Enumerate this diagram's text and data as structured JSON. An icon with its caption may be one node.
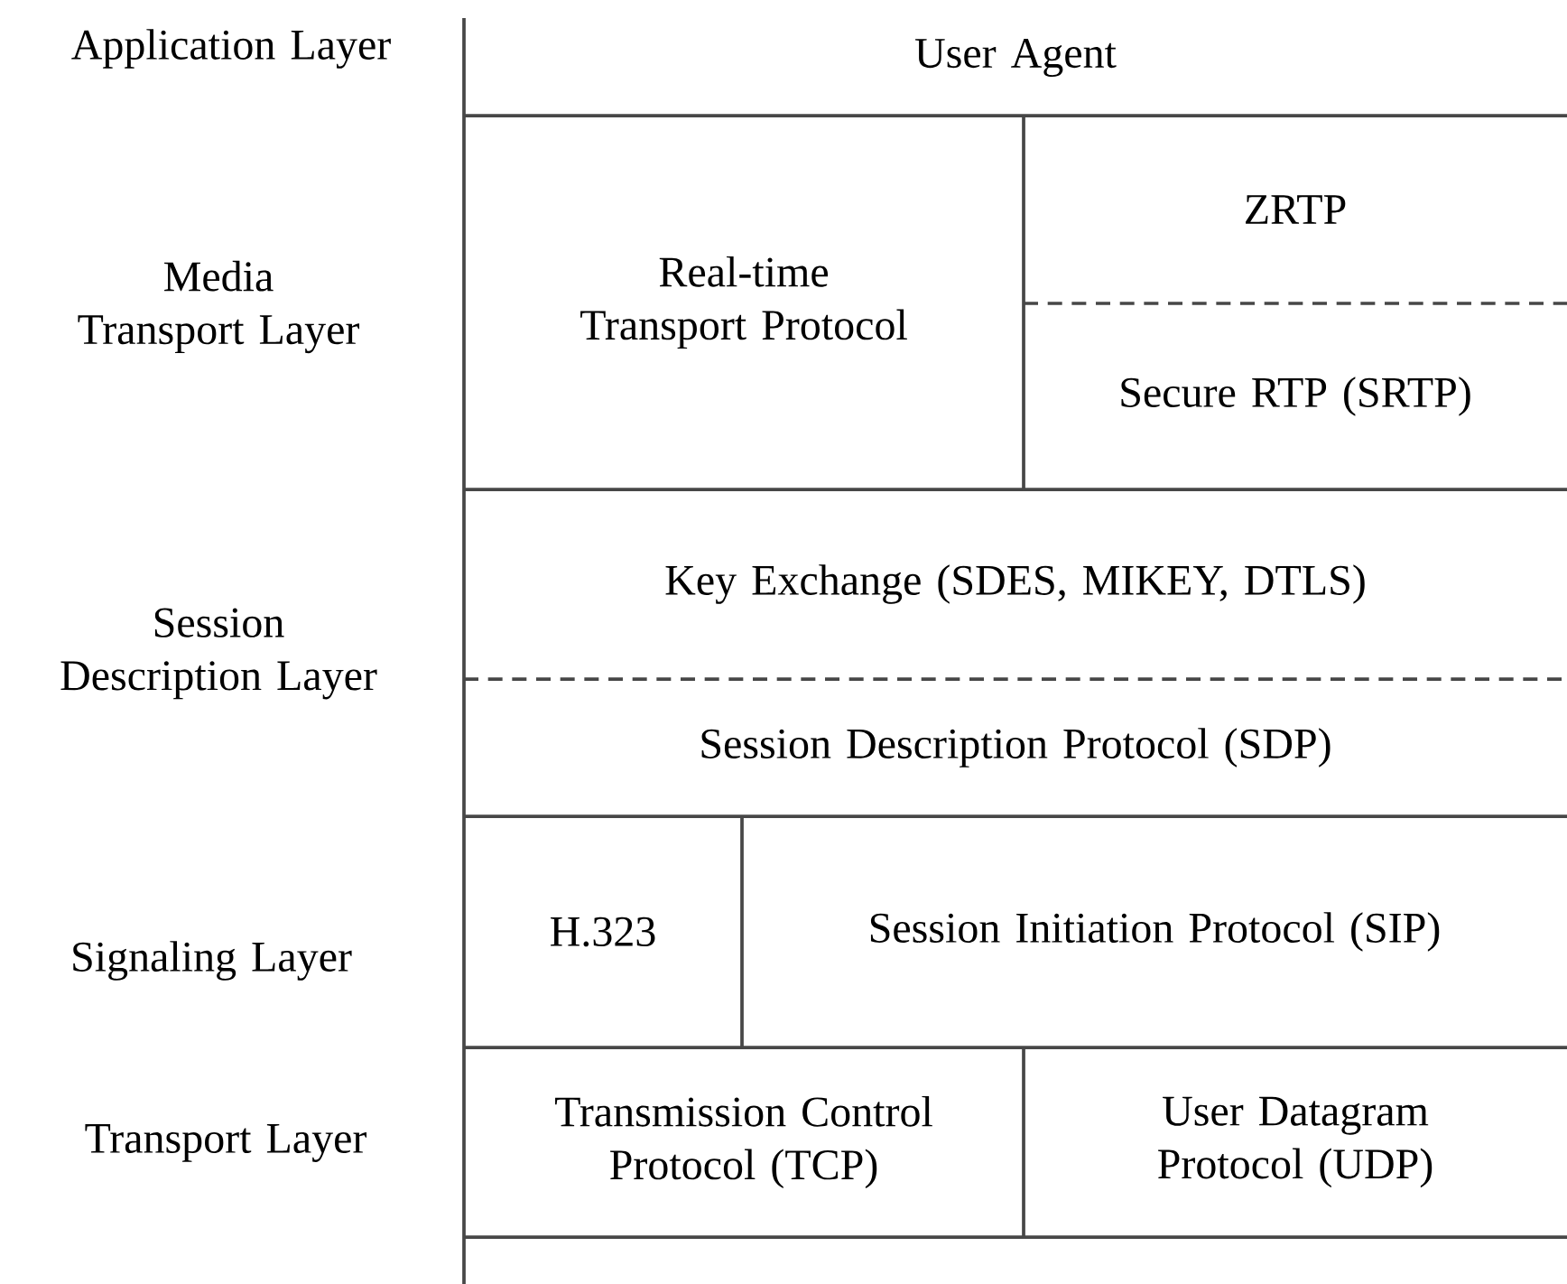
{
  "diagram": {
    "nodes": [
      {
        "text": [
          "User Agent"
        ]
      },
      {
        "text": [
          "Real-time Transport Protocol"
        ]
      },
      {
        "text": [
          "ZRTP"
        ]
      },
      {
        "text": [
          "Secure RTP (SRTP)"
        ]
      },
      {
        "text": [
          "Key Exchange (SDES, MIKEY, DTLS)"
        ]
      },
      {
        "text": [
          "Session Description Protocol (SDP)"
        ]
      },
      {
        "text": [
          "H.323"
        ]
      },
      {
        "text": [
          "Session Initiation Protocol (SIP)"
        ]
      },
      {
        "text": [
          "Transmission Control Protocol (TCP)"
        ]
      },
      {
        "text": [
          "User Datagram Protocol (UDP)"
        ]
      }
    ],
    "labels": [
      "Application Layer",
      "Media Transport Layer",
      "Session Description Layer",
      "Signaling Layer",
      "Transport Layer"
    ]
  }
}
